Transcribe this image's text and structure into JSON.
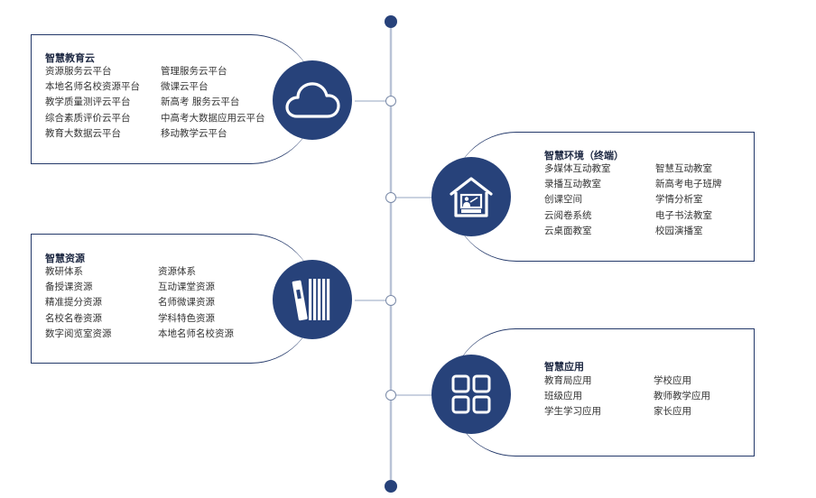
{
  "colors": {
    "accent": "#27427a",
    "line": "#b9c3d6",
    "border": "#24396a"
  },
  "cloud": {
    "title": "智慧教育云",
    "icon": "cloud-icon",
    "items": [
      "资源服务云平台",
      "管理服务云平台",
      "本地名师名校资源平台",
      "微课云平台",
      "教学质量测评云平台",
      "新高考 服务云平台",
      "综合素质评价云平台",
      "中高考大数据应用云平台",
      "教育大数据云平台",
      "移动教学云平台"
    ]
  },
  "environment": {
    "title": "智慧环境（终端）",
    "icon": "classroom-icon",
    "items": [
      "多媒体互动教室",
      "智慧互动教室",
      "录播互动教室",
      "新高考电子班牌",
      "创课空间",
      "学情分析室",
      "云阅卷系统",
      "电子书法教室",
      "云桌面教室",
      "校园演播室"
    ]
  },
  "resources": {
    "title": "智慧资源",
    "icon": "books-icon",
    "items": [
      "教研体系",
      "资源体系",
      "备授课资源",
      "互动课堂资源",
      "精准提分资源",
      "名师微课资源",
      "名校名卷资源",
      "学科特色资源",
      "数字阅览室资源",
      "本地名师名校资源"
    ]
  },
  "applications": {
    "title": "智慧应用",
    "icon": "grid-apps-icon",
    "items": [
      "教育局应用",
      "学校应用",
      "班级应用",
      "教师教学应用",
      "学生学习应用",
      "家长应用"
    ]
  }
}
